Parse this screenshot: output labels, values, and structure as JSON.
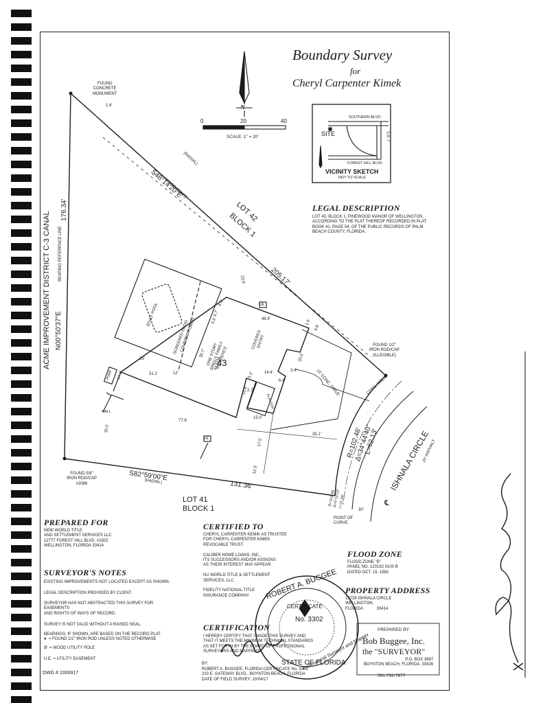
{
  "title": {
    "line1": "Boundary Survey",
    "line2": "for",
    "line3": "Cheryl Carpenter Kimek"
  },
  "north_arrow": {
    "letter": "N"
  },
  "scale_bar": {
    "ticks": [
      "0",
      "20",
      "40"
    ],
    "text": "SCALE: 1\" = 20'"
  },
  "vicinity": {
    "site": "SITE",
    "road_top": "SOUTHERN BLVD.",
    "road_bottom": "FOREST HILL BLVD.",
    "road_right": "S.R. 7",
    "title": "VICINITY SKETCH",
    "subtitle": "NOT TO SCALE"
  },
  "legal": {
    "heading": "LEGAL DESCRIPTION",
    "text": "LOT 43, BLOCK 1, PINEWOOD MANOR OF WELLINGTON,\nACCORDING TO THE PLAT THEREOF RECORDED IN PLAT\nBOOK 41, PAGE 54, OF THE PUBLIC RECORDS OF PALM\nBEACH COUNTY, FLORIDA."
  },
  "plat": {
    "found_concrete": "FOUND\nCONCRETE\nMONUMENT",
    "dim_1_6": "1.6'",
    "bearing_ne": "S48°14'20\"E",
    "radial_ne": "(RADIAL)",
    "wood_fence": "WOOD FENCE",
    "lot42_a": "LOT",
    "lot42_b": "42",
    "lot42_c": "BLOCK",
    "lot42_d": "1",
    "canal_name": "ACME IMPROVEMENT DISTRICT C-3 CANAL",
    "west_bearing": "N00°50'37\"E",
    "west_dist": "176.34'",
    "bearing_ref": "BEARING REFERENCE LINE",
    "dist_205": "205.17'",
    "dim_23_6": "23.6'",
    "dim_6_5": "6.5'",
    "dim_6_7": "6.7'",
    "dim_46_4": "46.4'",
    "dim_5_5": "5.5'",
    "dim_9_8": "9.8'",
    "dim_1_6b": "1.6'",
    "ue": "UE",
    "pool": "30'x15' POOL",
    "screened": "SCREENED PATIO",
    "covered_porch": "COVERED PORCH",
    "dim_30_7": "30.7'",
    "dim_25": "25'",
    "dim_31_1": "31.1'",
    "dim_12": "12'",
    "dim_17_4": "17.4'",
    "pump": "PUMP",
    "lot43": "43",
    "house_no": "#13739",
    "house_desc": "ONE STORY\nSINGLE FAMILY\nRESIDENCE",
    "covered_entry": "COVERED\nENTRY",
    "dim_14_4": "14.4'",
    "dim_20_0": "20.0'",
    "dim_3_4": "3.4'",
    "dim_6_4": "6.4'",
    "dim_5_2": "5.2'",
    "dim_2_7": "2.7'",
    "dim_13_4": "13.4'",
    "planter": "PLANTER",
    "conc_drive": "16' CONC. DRIVE",
    "found_half": "FOUND 1/2\"\nIRON ROD/CAP\n(ILLEGIBLE)",
    "conc_walk": "CONC. WALK",
    "wall": "WALL",
    "dim_77_8": "77.8'",
    "dim_15_0": "15.0'",
    "dim_35_1": "35.1'",
    "dim_17_5": "17.5'",
    "dim_35_5": "35.5'",
    "dim_12_3": "12.3'",
    "ue2": "UE",
    "arc_r": "R=102.46'",
    "arc_delta": "Δ=34°44'40\"",
    "arc_l": "L=62.13'",
    "circle_name": "ISHNALA CIRCLE",
    "asphalt": "20' ASPHALT",
    "centerline": "℄",
    "found_58": "FOUND 5/8\"\nIRON ROD/CAP\n#2086",
    "bearing_south": "S82°59'00\"E",
    "radial_s": "(RADIAL)",
    "dist_south": "131.36'",
    "small_curve": "R=102.46'\nΔ=6°10'23\"\nL=11.04'",
    "dim_30": "30'",
    "point_curve": "POINT OF\nCURVE",
    "lot41_a": "LOT 41",
    "lot41_b": "BLOCK 1"
  },
  "prepared_for": {
    "heading": "PREPARED FOR",
    "text": "NEW WORLD TITLE\nAND SETTLEMENT SERVICES LLC\n12777 FOREST HILL BLVD. #1502\nWELLINGTON, FLORIDA 33414"
  },
  "certified_to": {
    "heading": "CERTIFIED TO",
    "text": "CHERYL CARPENTER KEMIK AS TRUSTEE\nFOR CHERYL CARPENTER KIMEK\nREVOCABLE TRUST.\n\nCALIBER HOME LOANS, INC.,\nITS SUCCESSORS AND/OR ASSIGNS\nAS THEIR INTEREST MAY APPEAR.\n\nNU WORLD TITLE & SETTLEMENT\nSERVICES, LLC\n\nFIDELITY NATIONAL TITLE\nINSURANCE COMPANY."
  },
  "flood_zone": {
    "heading": "FLOOD ZONE",
    "text": "FLOOD ZONE \"B\"\nPANEL NO. 120192 0100 B\nDATED OCT. 15, 1982"
  },
  "surveyor_notes": {
    "heading": "SURVEYOR'S NOTES",
    "items": [
      "EXISTING IMPROVEMENTS NOT LOCATED EXCEPT AS SHOWN.",
      "LEGAL DESCRIPTION PROVIDED BY CLIENT.",
      "SURVEYOR HAS NOT ABSTRACTED THIS SURVEY FOR\nEASEMENTS\nAND RIGHTS OF WAYS OF RECORD.",
      "SURVEY IS NOT VALID WITHOUT A RAISED SEAL.",
      "BEARINGS, IF SHOWN, ARE BASED ON THE RECORD PLAT.\n●  = FOUND 1/2\" IRON ROD UNLESS NOTED OTHERWISE",
      "Ø  = WOOD UTILITY POLE",
      "U.E. = UTILITY EASEMENT"
    ]
  },
  "property_address": {
    "heading": "PROPERTY ADDRESS",
    "text": "13739 ISHNALA CIRCLE\nWELLINGTON,\nFLORIDA            33414"
  },
  "certification": {
    "heading": "CERTIFICATION",
    "text": "I HEREBY CERTIFY THAT I MADE THIS SURVEY AND\nTHAT IT MEETS THE MINIMUM TECHNICAL STANDARDS\nAS SET FORTH BY THE BOARD OF PROFESSIONAL\nSURVEYORS AND MAPPERS.",
    "by": "BY: ",
    "sig_text": "ROBERT A. BUGGEE, FLORIDA CERTIFICATE No. 3302\n233 E. GATEWAY BLVD., BOYNTON BEACH, FLORIDA\nDATE OF FIELD SURVEY: 10/04/17"
  },
  "seal": {
    "top": "ROBERT A. BUGGEE",
    "cert": "CERTIFICATE",
    "number": "No. 3302",
    "bottom": "STATE OF FLORIDA",
    "role": "Professional Surveyor and Mapper"
  },
  "prepared_by": {
    "label": "PREPARED BY:",
    "name": "Bob Buggee, Inc.",
    "sub": "the \"SURVEYOR\"",
    "address": "P.O. BOX 3887\nBOYNTON BEACH, FLORIDA, 33426",
    "phone": "561-732-7877"
  },
  "dwg": "DWG # 1000917"
}
